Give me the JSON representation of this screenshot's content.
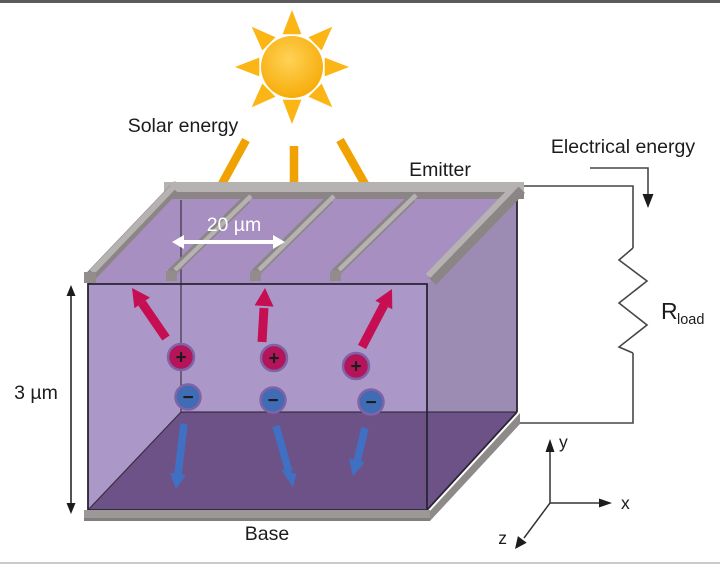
{
  "diagram": {
    "title": "Solar cell energy conversion schematic",
    "labels": {
      "solar_energy": "Solar energy",
      "emitter": "Emitter",
      "electrical_energy": "Electrical energy",
      "base": "Base",
      "grid_spacing": "20 µm",
      "thickness": "3 µm",
      "resistor_main": "R",
      "resistor_sub": "load",
      "axis_x": "x",
      "axis_y": "y",
      "axis_z": "z",
      "plus_symbol": "+",
      "minus_symbol": "−"
    },
    "colors": {
      "sun_core": "#F5A800",
      "sun_core_light": "#FFD257",
      "sun_ray": "#FBB514",
      "solar_arrow": "#F0A202",
      "box_top": "#A78FC2",
      "box_front": "#AC98C8",
      "box_right": "#9C8BB3",
      "box_floor": "#6D5288",
      "metal_light": "#B6B2B1",
      "metal_dark": "#8B8685",
      "metal_cap": "#928D8C",
      "base_plate": "#9C9898",
      "base_plate_side": "#8E8A89",
      "hole_fill": "#B41459",
      "hole_arrow": "#C50F52",
      "electron_fill": "#3F6CB4",
      "electron_arrow": "#3F70C4",
      "charge_ring": "#7F63A6",
      "charge_symbol_plus": "#D2A6DD",
      "charge_symbol_minus": "#BCA9D6",
      "outline": "#2A2433",
      "wire": "#474747",
      "top_border": "#5B5B5D",
      "bottom_border": "#CACAC8",
      "dimension_white": "#FFFFFF"
    }
  }
}
